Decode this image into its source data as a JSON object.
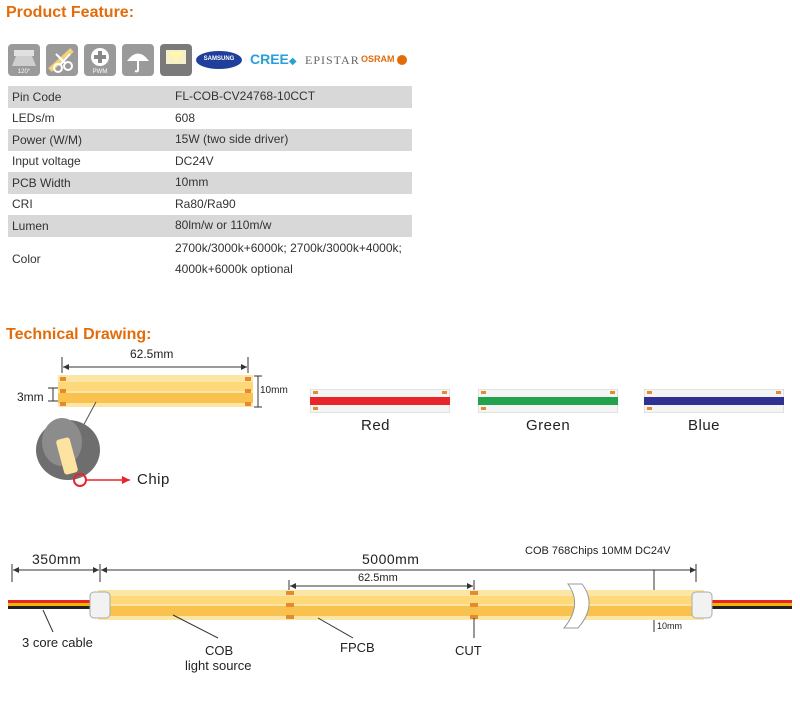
{
  "sections": {
    "feature_title": "Product Feature:",
    "drawing_title": "Technical Drawing:"
  },
  "feature_icons": [
    {
      "name": "beam-angle-icon",
      "caption": "120°"
    },
    {
      "name": "cuttable-icon",
      "caption": ""
    },
    {
      "name": "dimmable-icon",
      "caption": "PWM"
    },
    {
      "name": "outdoor-icon",
      "caption": ""
    },
    {
      "name": "machine-icon",
      "caption": ""
    }
  ],
  "brands": {
    "samsung": "SAMSUNG",
    "cree": "CREE",
    "epistar": "EPISTAR",
    "osram": "OSRAM"
  },
  "specs": [
    {
      "key": "Pin Code",
      "value": "FL-COB-CV24768-10CCT"
    },
    {
      "key": "LEDs/m",
      "value": "608"
    },
    {
      "key": "Power (W/M)",
      "value": "15W (two side driver)"
    },
    {
      "key": "Input voltage",
      "value": "DC24V"
    },
    {
      "key": "PCB Width",
      "value": "10mm"
    },
    {
      "key": "CRI",
      "value": "Ra80/Ra90"
    },
    {
      "key": "Lumen",
      "value": "80lm/w or 110m/w"
    },
    {
      "key": "Color",
      "value_lines": [
        "2700k/3000k+6000k; 2700k/3000k+4000k;",
        "4000k+6000k optional"
      ]
    }
  ],
  "drawing": {
    "length_label": "62.5mm",
    "thickness_label": "3mm",
    "width_label": "10mm",
    "chip_label": "Chip",
    "colors": [
      {
        "label": "Red",
        "hex": "#e8262a"
      },
      {
        "label": "Green",
        "hex": "#23a24d"
      },
      {
        "label": "Blue",
        "hex": "#2e3092"
      }
    ],
    "cable_length": "350mm",
    "strip_length": "5000mm",
    "cut_length": "62.5mm",
    "spec_note": "COB 768Chips 10MM DC24V",
    "cable_label": "3 core cable",
    "cob_label_1": "COB",
    "cob_label_2": "light source",
    "fpcb_label": "FPCB",
    "cut_label": "CUT",
    "side_width": "10mm"
  },
  "colors": {
    "accent": "#e36c0a",
    "strip_warm": "#f9c24e",
    "strip_light": "#fbe6a6",
    "table_shade": "#d8d8d8"
  }
}
